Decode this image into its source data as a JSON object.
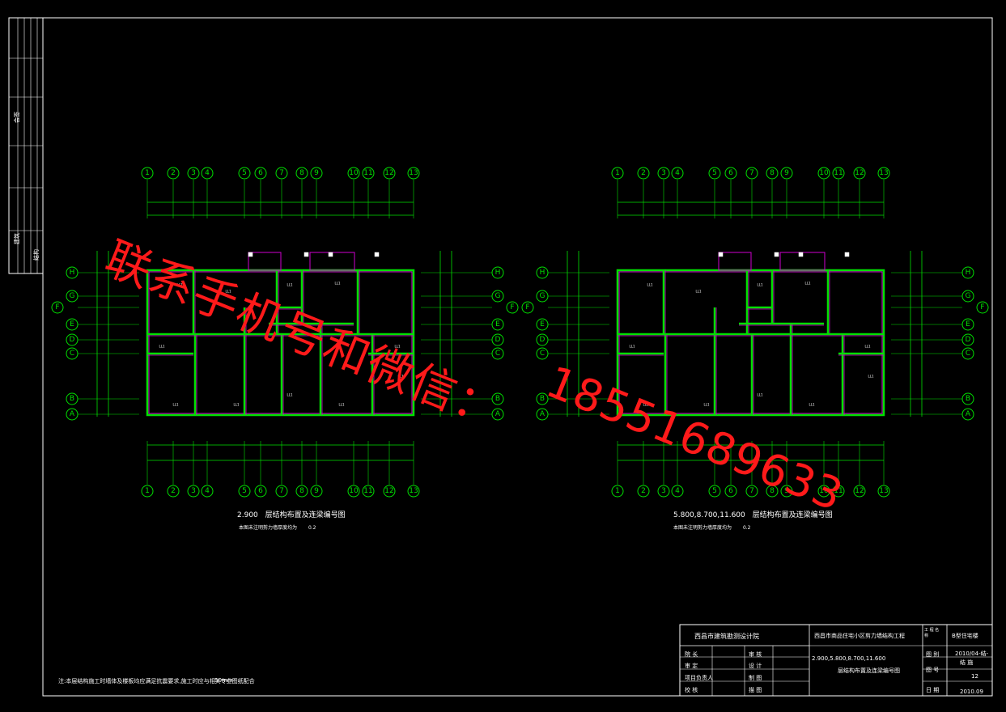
{
  "axis_labels": {
    "columns": [
      "1",
      "2",
      "3",
      "4",
      "5",
      "6",
      "7",
      "8",
      "9",
      "10",
      "11",
      "12",
      "13"
    ],
    "rows": [
      "H",
      "G",
      "F",
      "E",
      "D",
      "C",
      "B",
      "A"
    ]
  },
  "plans": [
    {
      "title_elevation": "2.900",
      "title_text": "层结构布置及连梁编号图",
      "subtitle": "本图未注明剪力墙厚度均为",
      "subtitle_value": "0.2"
    },
    {
      "title_elevation": "5.800,8.700,11.600",
      "title_text": "层结构布置及连梁编号图",
      "subtitle": "本图未注明剪力墙厚度均为",
      "subtitle_value": "0.2"
    }
  ],
  "watermark": {
    "line1": "联系手机号和微信：",
    "line2": "18551689633"
  },
  "title_block": {
    "institute": "西昌市建筑勘测设计院",
    "project": "西昌市商品住宅小区剪力墙结构工程",
    "drawing_title_1": "2.900,5.800,8.700,11.600",
    "drawing_title_2": "层结构布置及连梁编号图",
    "row_labels": [
      "院 长",
      "审 定",
      "项目负责人",
      "校 核"
    ],
    "row_labels_2": [
      "审 核",
      "设 计",
      "制 图",
      "描 图"
    ],
    "right_labels": [
      "工 程 名 称",
      "图 别",
      "图 号",
      "日 期"
    ],
    "right_values": [
      "B型住宅楼",
      "2010/04-结-",
      "结 施",
      "12",
      "2010.09"
    ]
  },
  "footnote": "注:本层结构施工时墙体及楼板均应满足抗震要求,施工时应与相关专业图纸配合",
  "footnote_unit": "50mm",
  "left_strip_labels": [
    "会签",
    "建筑",
    "结构"
  ],
  "colors": {
    "background": "#000000",
    "axis_green": "#00e000",
    "wall_magenta": "#d000d0",
    "frame_white": "#ffffff",
    "watermark_red": "#ff1a1a"
  }
}
